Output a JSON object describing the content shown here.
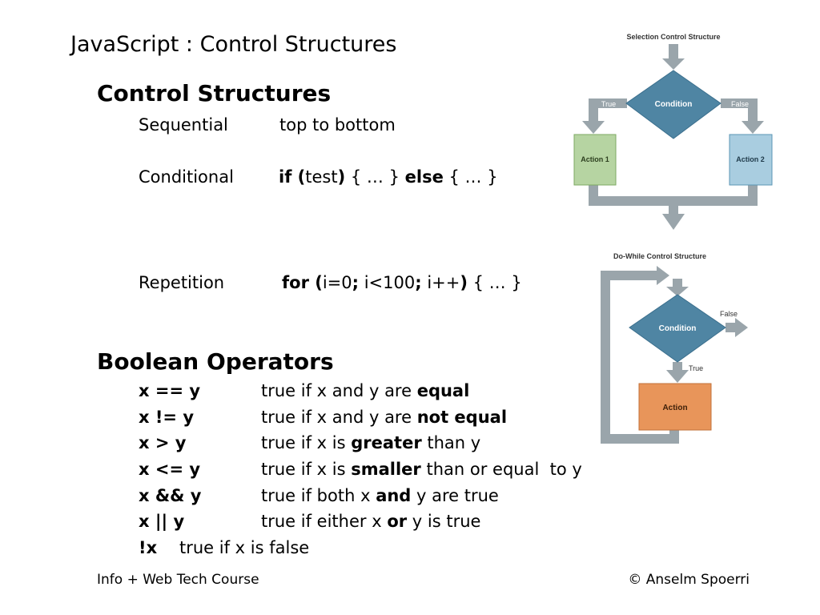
{
  "slide": {
    "title": "JavaScript : Control Structures",
    "section1": {
      "heading": "Control Structures",
      "sequential": {
        "label": "Sequential",
        "text": "top to bottom"
      },
      "conditional": {
        "label": "Conditional",
        "parts": [
          "if (",
          "test",
          ")",
          " { … } ",
          "else",
          " { … }"
        ]
      },
      "repetition": {
        "label": "Repetition",
        "parts": [
          "for (",
          "i=0",
          ";",
          " i<100",
          ";",
          " i++",
          ")",
          " { … }"
        ]
      }
    },
    "section2": {
      "heading": "Boolean Operators",
      "operators": [
        {
          "expr": "x == y",
          "pre": "true if x and y are ",
          "bold": "equal",
          "post": ""
        },
        {
          "expr": "x != y",
          "pre": "true if x and y are ",
          "bold": "not equal",
          "post": ""
        },
        {
          "expr": "x > y",
          "pre": "true if x is ",
          "bold": "greater",
          "post": " than y"
        },
        {
          "expr": "x <= y",
          "pre": "true if x is ",
          "bold": "smaller",
          "post": " than or equal  to y"
        },
        {
          "expr": "x && y",
          "pre": "true if both x ",
          "bold": "and",
          "post": " y are true"
        },
        {
          "expr": "x || y",
          "pre": "true if either x ",
          "bold": "or",
          "post": " y is true"
        }
      ],
      "not": {
        "expr": "!x",
        "text": "true if x is false"
      }
    },
    "footer": {
      "left": "Info + Web Tech Course",
      "right": "© Anselm Spoerri"
    }
  },
  "diagram_selection": {
    "title": "Selection Control Structure",
    "condition": "Condition",
    "true_label": "True",
    "false_label": "False",
    "action1": "Action 1",
    "action2": "Action 2"
  },
  "diagram_dowhile": {
    "title": "Do-While Control Structure",
    "condition": "Condition",
    "false_label": "False",
    "true_label": "True",
    "action": "Action"
  },
  "colors": {
    "diamond": "#4f85a3",
    "action1": "#b6d4a2",
    "action2": "#a9cde0",
    "action": "#e8955a",
    "arrow": "#9aa5ab"
  }
}
